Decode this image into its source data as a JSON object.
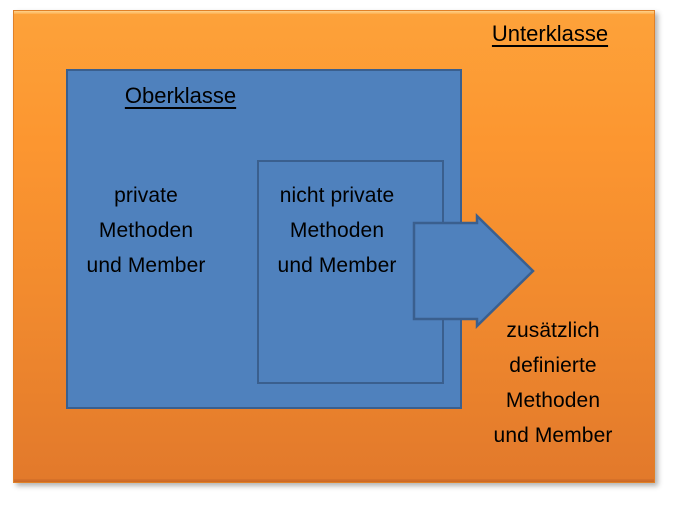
{
  "diagram": {
    "type": "class-inheritance-venn",
    "language": "de",
    "outer_box": {
      "title": "Unterklasse",
      "title_underlined": true,
      "extra_text": "zusätzlich\ndefinierte\nMethoden\nund Member",
      "fill_top": "#FDA23A",
      "fill_bottom": "#E2792B",
      "border_color": "#E08128"
    },
    "middle_box": {
      "title": "Oberklasse",
      "title_underlined": true,
      "body_text": "private\nMethoden\nund Member",
      "fill": "#4F81BD",
      "border_color": "#3A5F8E"
    },
    "inner_box": {
      "body_text": "nicht private\nMethoden\nund Member",
      "fill": "#4F81BD",
      "border_color": "#3A5F8E"
    },
    "arrow": {
      "name": "inheritance-arrow",
      "direction": "right",
      "fill": "#4F81BD",
      "border_color": "#3A5F8E"
    },
    "text_color": "#000000"
  }
}
